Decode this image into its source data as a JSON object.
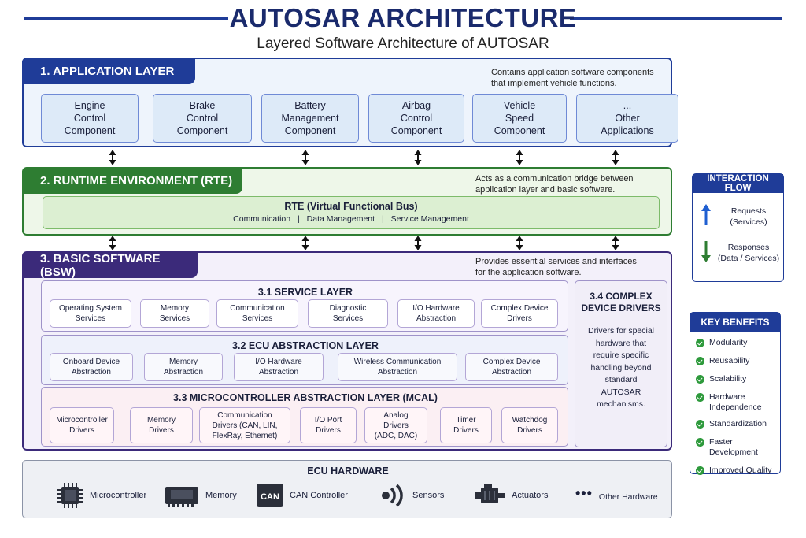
{
  "header": {
    "title": "AUTOSAR ARCHITECTURE",
    "subtitle": "Layered Software Architecture of AUTOSAR"
  },
  "application": {
    "tab": "1. APPLICATION LAYER",
    "description": "Contains application software components\nthat implement vehicle functions.",
    "components": [
      "Engine\nControl\nComponent",
      "Brake\nControl\nComponent",
      "Battery\nManagement\nComponent",
      "Airbag\nControl\nComponent",
      "Vehicle\nSpeed\nComponent",
      "...\nOther\nApplications"
    ]
  },
  "rte": {
    "tab": "2. RUNTIME ENVIRONMENT (RTE)",
    "description": "Acts as a communication bridge between\napplication layer and basic software.",
    "bus_title": "RTE (Virtual Functional Bus)",
    "bus_items": [
      "Communication",
      "Data Management",
      "Service Management"
    ]
  },
  "bsw": {
    "tab": "3. BASIC SOFTWARE (BSW)",
    "description": "Provides essential services and interfaces\nfor the application software.",
    "service": {
      "title": "3.1 SERVICE LAYER",
      "items": [
        "Operating System\nServices",
        "Memory\nServices",
        "Communication\nServices",
        "Diagnostic\nServices",
        "I/O Hardware\nAbstraction",
        "Complex Device\nDrivers"
      ]
    },
    "ecu": {
      "title": "3.2 ECU ABSTRACTION LAYER",
      "items": [
        "Onboard Device\nAbstraction",
        "Memory\nAbstraction",
        "I/O Hardware\nAbstraction",
        "Wireless Communication\nAbstraction",
        "Complex Device\nAbstraction"
      ]
    },
    "mcal": {
      "title": "3.3 MICROCONTROLLER ABSTRACTION LAYER (MCAL)",
      "items": [
        "Microcontroller\nDrivers",
        "Memory\nDrivers",
        "Communication\nDrivers (CAN, LIN,\nFlexRay, Ethernet)",
        "I/O Port\nDrivers",
        "Analog\nDrivers\n(ADC, DAC)",
        "Timer\nDrivers",
        "Watchdog\nDrivers"
      ]
    },
    "complex": {
      "title": "3.4 COMPLEX\nDEVICE DRIVERS",
      "text": "Drivers for special\nhardware that\nrequire specific\nhandling beyond\nstandard\nAUTOSAR\nmechanisms."
    }
  },
  "hardware": {
    "title": "ECU HARDWARE",
    "items": [
      {
        "label": "Microcontroller",
        "icon": "microcontroller-icon"
      },
      {
        "label": "Memory",
        "icon": "memory-icon"
      },
      {
        "label": "CAN Controller",
        "icon": "can-controller-icon"
      },
      {
        "label": "Sensors",
        "icon": "sensors-icon"
      },
      {
        "label": "Actuators",
        "icon": "actuators-icon"
      },
      {
        "label": "Other Hardware",
        "icon": "more-icon"
      }
    ]
  },
  "interaction": {
    "title": "INTERACTION FLOW",
    "requests": "Requests\n(Services)",
    "responses": "Responses\n(Data / Services)"
  },
  "benefits": {
    "title": "KEY BENEFITS",
    "items": [
      "Modularity",
      "Reusability",
      "Scalability",
      "Hardware\nIndependence",
      "Standardization",
      "Faster Development",
      "Improved Quality"
    ]
  },
  "colors": {
    "navy": "#1f3c98",
    "green": "#2e7d32",
    "purple": "#3b2a7a",
    "up_arrow": "#1f5fd1",
    "down_arrow": "#2e7d32"
  }
}
